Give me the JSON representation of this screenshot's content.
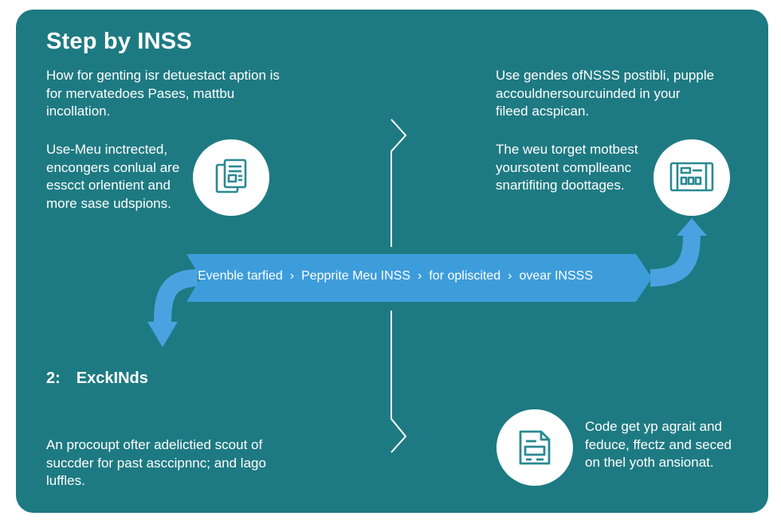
{
  "title": "Step by INSS",
  "blocks": {
    "top_left_1": [
      "How for genting isr detuestact aption is",
      "for mervatedoes Pases, mattbu",
      "incollation."
    ],
    "top_left_2": [
      "Use-Meu inctrected,",
      "encongers conlual are",
      "esscct orlentient and",
      "more sase udspions."
    ],
    "top_right_1": [
      "Use gendes ofNSSS postibli, pupple",
      "accouldnersourcuinded in your",
      "fileed acspican."
    ],
    "top_right_2": [
      "The weu torget motbest",
      "yoursotent complleanc",
      "snartifiting doottages."
    ],
    "bottom_left": [
      "An procoupt ofter adelictied scout of",
      "succder for past asccipnnc; and lago",
      "luffles."
    ],
    "bottom_right": [
      "Code get yp agrait and",
      "feduce, ffectz and seced",
      "on thel yoth ansionat."
    ]
  },
  "step2": {
    "number": "2:",
    "label": "ExckINds"
  },
  "banner": {
    "items": [
      "Evenble tarfied",
      "Pepprite Meu INSS",
      "for opliscited",
      "ovear INSSS"
    ],
    "separator": "›"
  },
  "icons": {
    "left_top": "document-icon",
    "right_top": "dashboard-icon",
    "right_bottom": "file-icon"
  },
  "colors": {
    "panel": "#1e7a82",
    "banner": "#3d9ddb",
    "arrow": "#4aa3e0",
    "icon": "#2a8a92"
  }
}
